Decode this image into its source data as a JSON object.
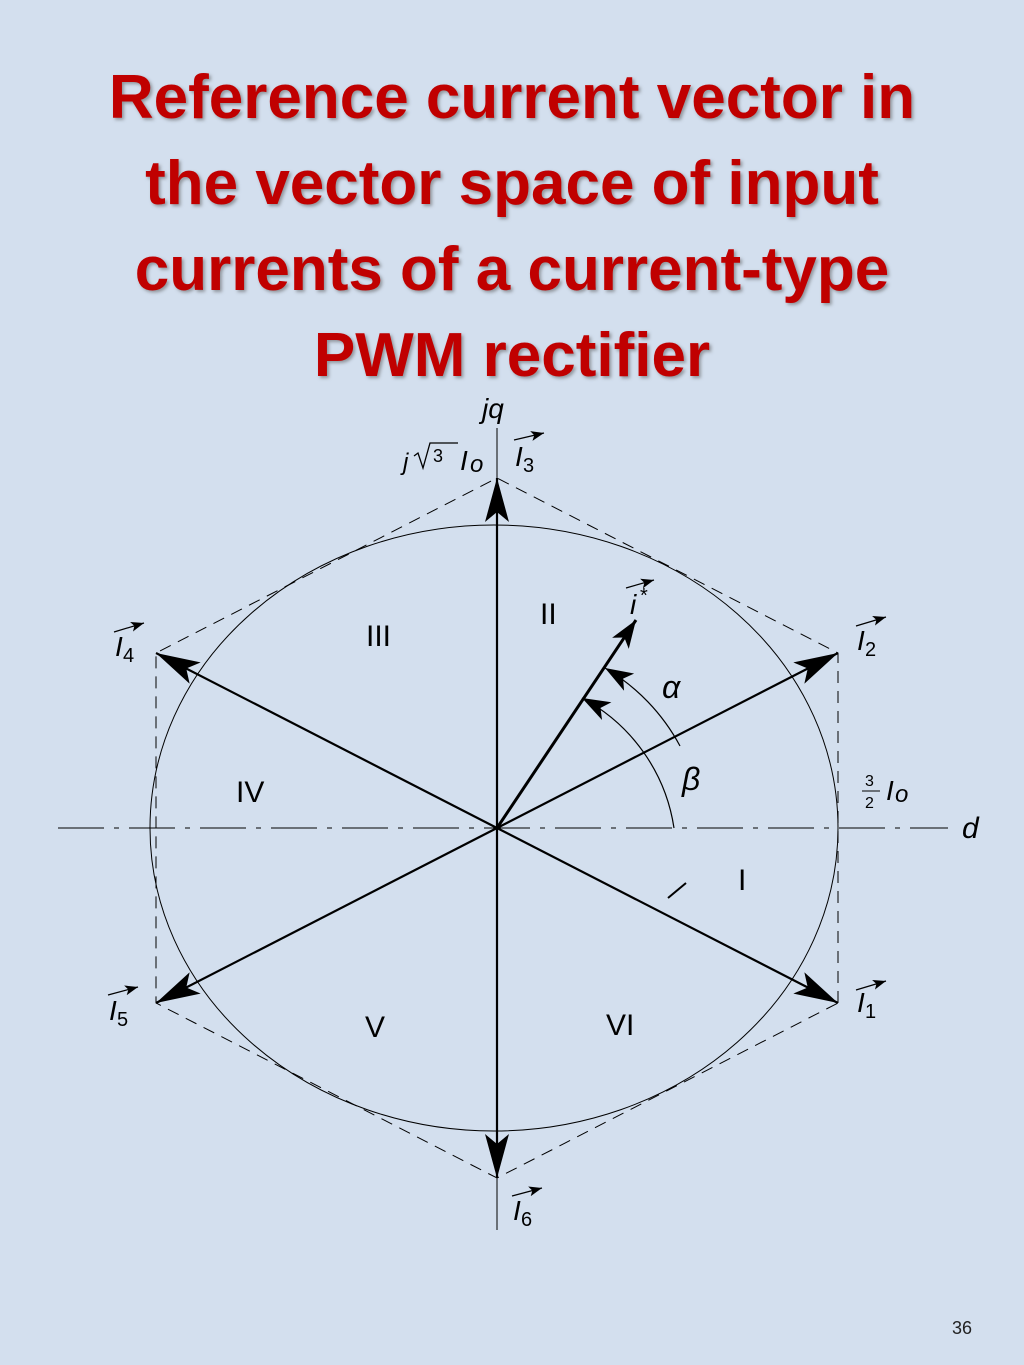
{
  "title": {
    "lines": [
      "Reference current vector in",
      "the vector space of input",
      "currents of a current-type",
      "PWM rectifier"
    ]
  },
  "diagram": {
    "axes": {
      "horizontal": "d",
      "vertical": "jq"
    },
    "vectors": [
      {
        "name": "I",
        "sub": "1"
      },
      {
        "name": "I",
        "sub": "2"
      },
      {
        "name": "I",
        "sub": "3"
      },
      {
        "name": "I",
        "sub": "4"
      },
      {
        "name": "I",
        "sub": "5"
      },
      {
        "name": "I",
        "sub": "6"
      }
    ],
    "reference_vector": {
      "name": "i",
      "sup": "*"
    },
    "sectors": [
      "I",
      "II",
      "III",
      "IV",
      "V",
      "VI"
    ],
    "angles": {
      "alpha": "α",
      "beta": "β"
    },
    "magnitudes": {
      "vertical": {
        "j": "j",
        "radicand": "3",
        "unit": "I",
        "unit_sub": "o"
      },
      "horizontal": {
        "num": "3",
        "den": "2",
        "unit": "I",
        "unit_sub": "o"
      }
    }
  },
  "page_number": "36"
}
